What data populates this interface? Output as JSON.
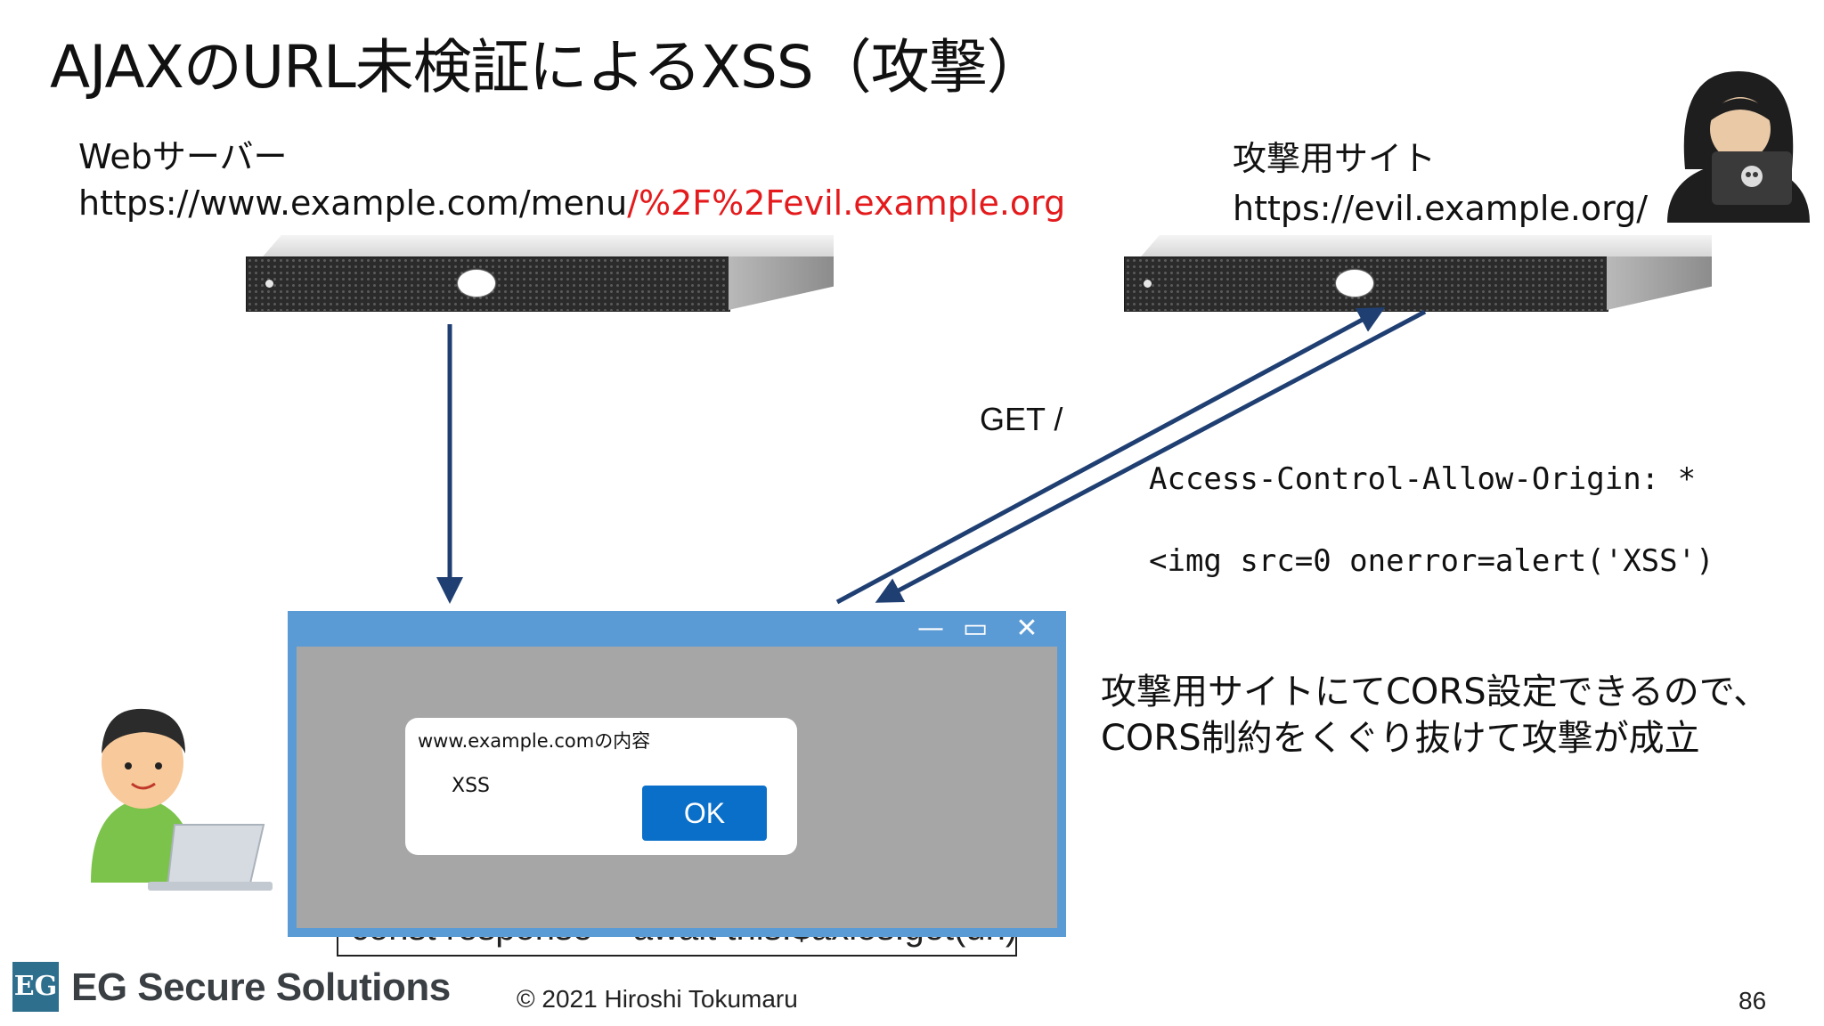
{
  "slide": {
    "title": "AJAXのURL未検証によるXSS（攻撃）",
    "web_server": {
      "label": "Webサーバー",
      "url_prefix": "https://www.example.com/menu",
      "url_injected": "/%2F%2Fevil.example.org"
    },
    "attack_site": {
      "label": "攻撃用サイト",
      "url": "https://evil.example.org/"
    },
    "request_label": "GET /",
    "response_header": "Access-Control-Allow-Origin: *",
    "response_body": "<img src=0 onerror=alert('XSS')",
    "note_line1": "攻撃用サイトにてCORS設定できるので、",
    "note_line2": "CORS制約をくぐり抜けて攻撃が成立",
    "code_snippet": "const response = await this.$axios.get(url)",
    "footer": {
      "logo_mark": "EG",
      "logo_text": "EG Secure Solutions",
      "copyright": "© 2021 Hiroshi Tokumaru",
      "page_number": "86"
    }
  },
  "browser_window": {
    "minimize_glyph": "—",
    "maximize_glyph": "▭",
    "close_glyph": "✕",
    "accent_color": "#5b9bd5"
  },
  "alert_dialog": {
    "title": "www.example.comの内容",
    "message": "XSS",
    "ok_label": "OK",
    "ok_color": "#0a6fc9"
  },
  "icons": [
    "server-icon",
    "hacker-icon",
    "user-icon",
    "laptop-icon",
    "skull-icon"
  ]
}
